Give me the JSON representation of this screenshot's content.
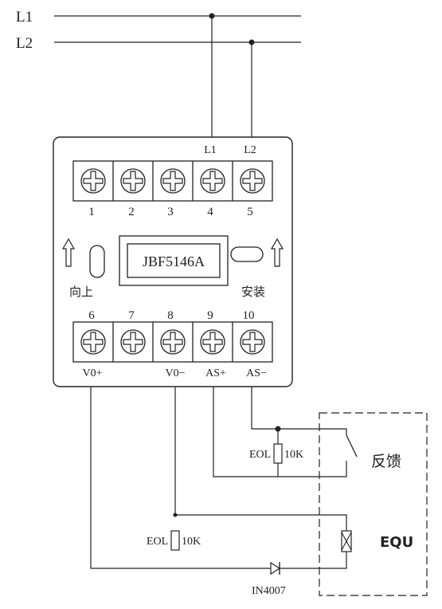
{
  "bus": {
    "l1": "L1",
    "l2": "L2"
  },
  "module": {
    "model": "JBF5146A",
    "top_terminal_labels": [
      "L1",
      "L2"
    ],
    "top_numbers": [
      "1",
      "2",
      "3",
      "4",
      "5"
    ],
    "bottom_numbers": [
      "6",
      "7",
      "8",
      "9",
      "10"
    ],
    "bottom_labels": [
      "V0+",
      "V0−",
      "AS+",
      "AS−"
    ],
    "up_label": "向上",
    "install_label": "安装"
  },
  "feedback_eol": {
    "label": "EOL",
    "value": "10K"
  },
  "output_eol": {
    "label": "EOL",
    "value": "10K"
  },
  "diode": {
    "label": "IN4007"
  },
  "device": {
    "feedback_label": "反馈",
    "equ_label": "EQU"
  }
}
